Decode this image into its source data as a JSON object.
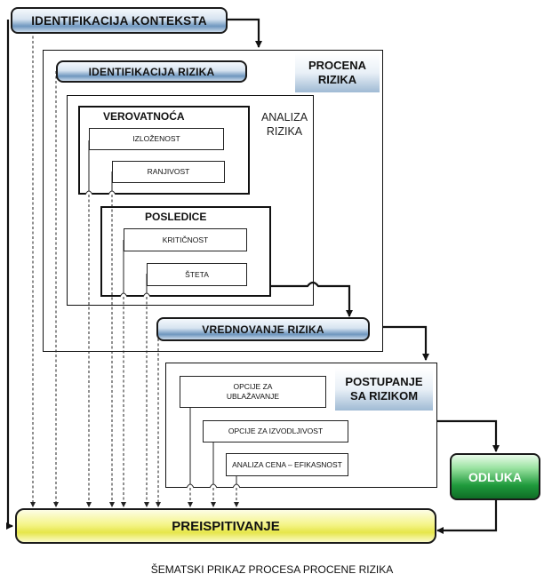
{
  "title": "IDENTIFIKACIJA KONTEKSTA",
  "procena": {
    "label_line1": "PROCENA",
    "label_line2": "RIZIKA",
    "identifikacija": "IDENTIFIKACIJA RIZIKA",
    "analiza": {
      "label_line1": "ANALIZA",
      "label_line2": "RIZIKA",
      "verovatnoca": {
        "title": "VEROVATNOĆA",
        "items": [
          "IZLOŽENOST",
          "RANJIVOST"
        ]
      },
      "posledice": {
        "title": "POSLEDICE",
        "items": [
          "KRITIČNOST",
          "ŠTETA"
        ]
      }
    },
    "vrednovanje": "VREDNOVANJE RIZIKA"
  },
  "postupanje": {
    "label_line1": "POSTUPANJE",
    "label_line2": "SA RIZIKOM",
    "items": [
      {
        "line1": "OPCIJE ZA",
        "line2": "UBLAŽAVANJE"
      },
      {
        "line1": "OPCIJE ZA IZVODLJIVOST",
        "line2": ""
      },
      {
        "line1": "ANALIZA CENA – EFIKASNOST",
        "line2": ""
      }
    ]
  },
  "odluka": "ODLUKA",
  "preispitivanje": "PREISPITIVANJE",
  "caption": "ŠEMATSKI PRIKAZ PROCESA PROCENE RIZIKA",
  "colors": {
    "pill_blue": "#6f97bf",
    "odluka_green": "#1f9a3c",
    "review_yellow": "#f5f58a"
  }
}
